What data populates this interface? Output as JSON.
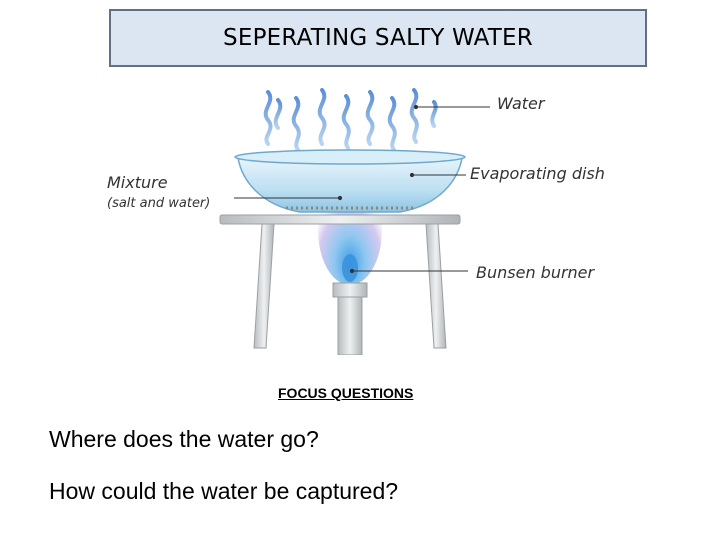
{
  "slide": {
    "title": "SEPERATING SALTY WATER"
  },
  "diagram": {
    "labels": {
      "water": "Water",
      "evaporating_dish": "Evaporating dish",
      "mixture": "Mixture",
      "mixture_detail": "(salt and water)",
      "bunsen_burner": "Bunsen burner"
    }
  },
  "focus": {
    "heading": "FOCUS QUESTIONS",
    "questions": [
      "Where does the water go?",
      "How could the water be captured?"
    ]
  },
  "colors": {
    "title_fill": "#dce6f2",
    "title_border": "#5f7189",
    "vapour": "#8fb4e0",
    "dish": "#bfe0f2",
    "flame_outer": "#c7b8e6",
    "flame_inner": "#4fa3e0",
    "metal": "#cfd3d6"
  }
}
